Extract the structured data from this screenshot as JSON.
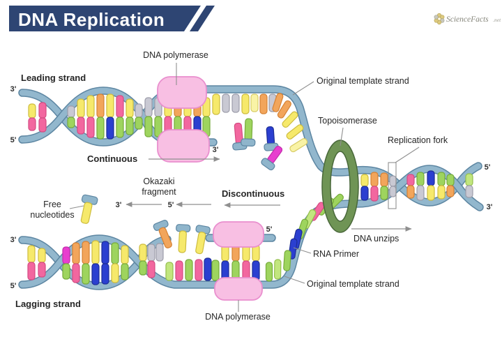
{
  "banner": {
    "title": "DNA Replication",
    "bg_color": "#2e4573",
    "text_color": "#ffffff"
  },
  "logo": {
    "name": "ScienceFacts",
    "suffix": ".net"
  },
  "labels": {
    "leading_strand": "Leading strand",
    "lagging_strand": "Lagging strand",
    "dna_polymerase": "DNA polymerase",
    "original_template_strand": "Original template strand",
    "topoisomerase": "Topoisomerase",
    "replication_fork": "Replication fork",
    "continuous": "Continuous",
    "discontinuous": "Discontinuous",
    "okazaki_line1": "Okazaki",
    "okazaki_line2": "fragment",
    "free_line1": "Free",
    "free_line2": "nucleotides",
    "rna_primer": "RNA Primer",
    "dna_unzips": "DNA unzips"
  },
  "primes": {
    "three": "3'",
    "five": "5'"
  },
  "colors": {
    "strand": "#92b7cd",
    "strand_outline": "#5d86a2",
    "dna_polymerase": "#f8bfe3",
    "topoisomerase": "#6f9455",
    "rna_primer": "#2b3fd0",
    "bases": [
      "#f6e96b",
      "#f2679f",
      "#e83ecf",
      "#f2a55b",
      "#9ed45e",
      "#c2e67e",
      "#2b3fd0",
      "#c9c9d3"
    ]
  }
}
